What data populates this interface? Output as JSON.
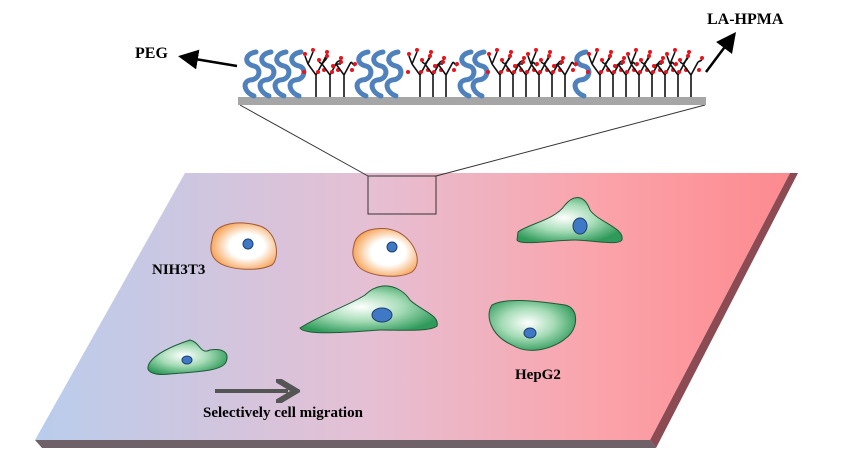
{
  "labels": {
    "peg": "PEG",
    "la_hpma": "LA-HPMA",
    "nih3t3": "NIH3T3",
    "hepg2": "HepG2",
    "migration": "Selectively cell migration"
  },
  "colors": {
    "plate_left": "#b9cdec",
    "plate_mid": "#e3bfd6",
    "plate_right": "#f98b90",
    "peg_blue": "#4f81bd",
    "ligand_red": "#e8121c",
    "green_cell": "#3fae6a",
    "orange_cell": "#f5a35a"
  }
}
